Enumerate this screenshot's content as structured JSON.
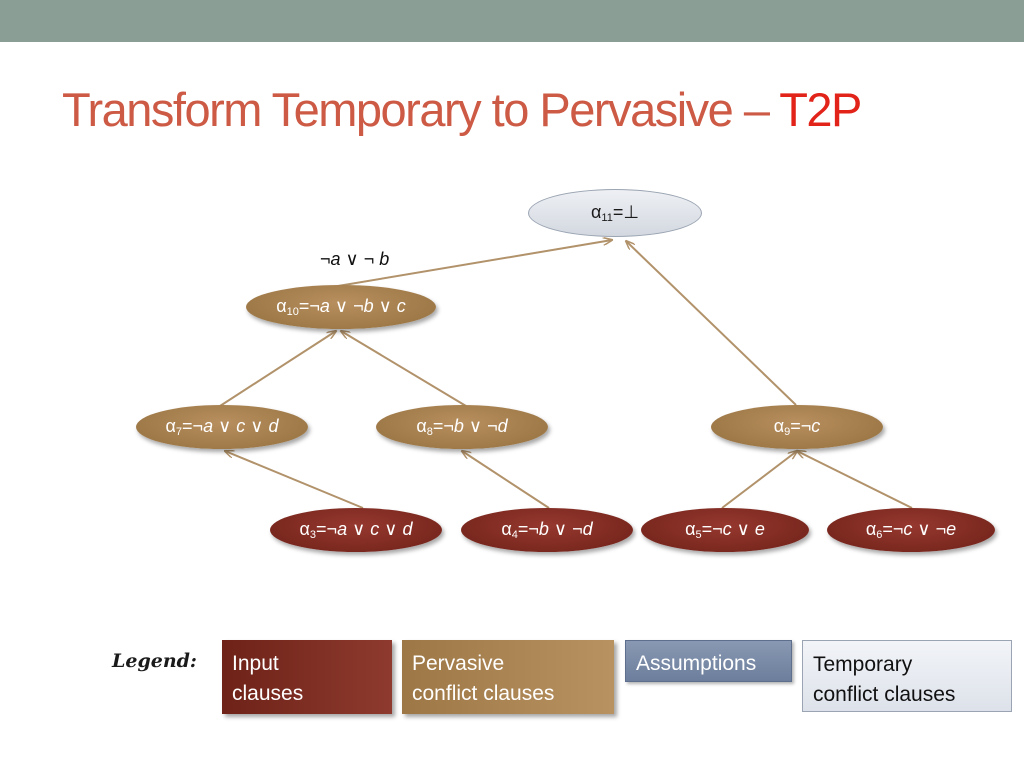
{
  "slide": {
    "title_main": "Transform Temporary to Pervasive – ",
    "title_accent": "T2P"
  },
  "colors": {
    "title": "#cd5a45",
    "title_accent": "#e2231a",
    "edge": "#b1926a",
    "input_clause": "#7e2b21",
    "pervasive_clause": "#a8824f",
    "assumption": "#7a8aa8",
    "temporary_clause": "#e4e8ef"
  },
  "nodes": [
    {
      "id": "a11",
      "kind": "temporary",
      "sub": "11",
      "rest": [
        [
          "",
          "=⊥"
        ]
      ]
    },
    {
      "id": "a10",
      "kind": "pervasive",
      "sub": "10",
      "rest": [
        [
          "",
          "=¬"
        ],
        [
          "i",
          "a"
        ],
        [
          "",
          " ∨ ¬"
        ],
        [
          "i",
          "b"
        ],
        [
          "",
          " ∨ "
        ],
        [
          "i",
          "c"
        ]
      ]
    },
    {
      "id": "a7",
      "kind": "pervasive",
      "sub": "7",
      "rest": [
        [
          "",
          "=¬"
        ],
        [
          "i",
          "a"
        ],
        [
          "",
          " ∨ "
        ],
        [
          "i",
          "c"
        ],
        [
          "",
          " ∨ "
        ],
        [
          "i",
          "d"
        ]
      ]
    },
    {
      "id": "a8",
      "kind": "pervasive",
      "sub": "8",
      "rest": [
        [
          "",
          "=¬"
        ],
        [
          "i",
          "b"
        ],
        [
          "",
          " ∨ ¬"
        ],
        [
          "i",
          "d"
        ]
      ]
    },
    {
      "id": "a9",
      "kind": "pervasive",
      "sub": "9",
      "rest": [
        [
          "",
          "=¬"
        ],
        [
          "i",
          "c"
        ]
      ]
    },
    {
      "id": "a3",
      "kind": "input",
      "sub": "3",
      "rest": [
        [
          "",
          "=¬"
        ],
        [
          "i",
          "a"
        ],
        [
          "",
          " ∨ "
        ],
        [
          "i",
          "c"
        ],
        [
          "",
          " ∨ "
        ],
        [
          "i",
          "d"
        ]
      ]
    },
    {
      "id": "a4",
      "kind": "input",
      "sub": "4",
      "rest": [
        [
          "",
          "=¬"
        ],
        [
          "i",
          "b"
        ],
        [
          "",
          " ∨ ¬"
        ],
        [
          "i",
          "d"
        ]
      ]
    },
    {
      "id": "a5",
      "kind": "input",
      "sub": "5",
      "rest": [
        [
          "",
          "=¬"
        ],
        [
          "i",
          "c"
        ],
        [
          "",
          " ∨ "
        ],
        [
          "i",
          "e"
        ]
      ]
    },
    {
      "id": "a6",
      "kind": "input",
      "sub": "6",
      "rest": [
        [
          "",
          "=¬"
        ],
        [
          "i",
          "c"
        ],
        [
          "",
          " ∨ ¬"
        ],
        [
          "i",
          "e"
        ]
      ]
    }
  ],
  "edges": [
    {
      "from": "a10",
      "to": "a11",
      "label": [
        [
          "",
          "¬"
        ],
        [
          "i",
          "a"
        ],
        [
          "",
          " ∨ ¬ "
        ],
        [
          "i",
          "b"
        ]
      ]
    },
    {
      "from": "a9",
      "to": "a11"
    },
    {
      "from": "a7",
      "to": "a10"
    },
    {
      "from": "a8",
      "to": "a10"
    },
    {
      "from": "a3",
      "to": "a7"
    },
    {
      "from": "a4",
      "to": "a8"
    },
    {
      "from": "a5",
      "to": "a9"
    },
    {
      "from": "a6",
      "to": "a9"
    }
  ],
  "legend": {
    "label": "Legend:",
    "input_line1": "Input",
    "input_line2": "clauses",
    "pervasive_line1": "Pervasive",
    "pervasive_line2": "conflict clauses",
    "assumptions": "Assumptions",
    "temporary_line1": "Temporary",
    "temporary_line2": "conflict clauses"
  }
}
